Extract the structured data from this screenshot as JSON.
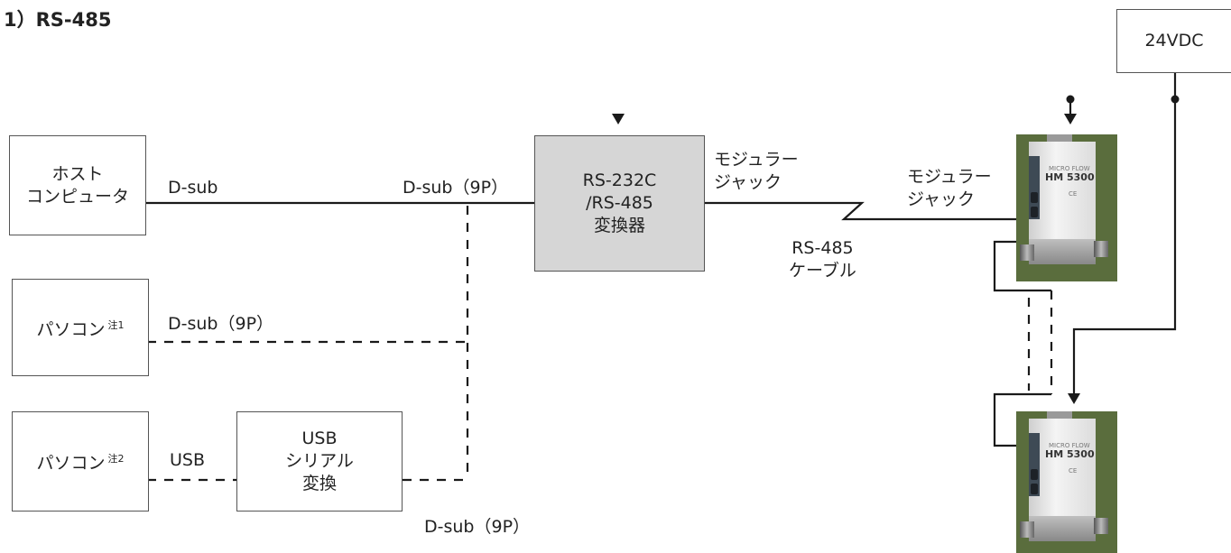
{
  "title": "1）RS-485",
  "power_supply": "24VDC",
  "host_computer": "ホスト\nコンピュータ",
  "pc1": {
    "label": "パソコン",
    "note": "注1"
  },
  "pc2": {
    "label": "パソコン",
    "note": "注2"
  },
  "converter": "RS-232C\n/RS-485\n変換器",
  "usb_serial": "USB\nシリアル\n変換",
  "labels": {
    "dsub": "D-sub",
    "dsub_9p_top": "D-sub（9P）",
    "dsub_9p_pc1": "D-sub（9P）",
    "dsub_9p_bottom": "D-sub（9P）",
    "usb": "USB",
    "modular_jack_left": "モジュラー\nジャック",
    "modular_jack_right": "モジュラー\nジャック",
    "rs485_cable": "RS-485\nケーブル"
  },
  "device": {
    "brand": "MICRO FLOW",
    "model": "HM 5300",
    "tag": "CE"
  },
  "colors": {
    "line": "#1a1a1a",
    "converter_fill": "#d6d6d6",
    "device_bg": "#5a6d3d"
  }
}
